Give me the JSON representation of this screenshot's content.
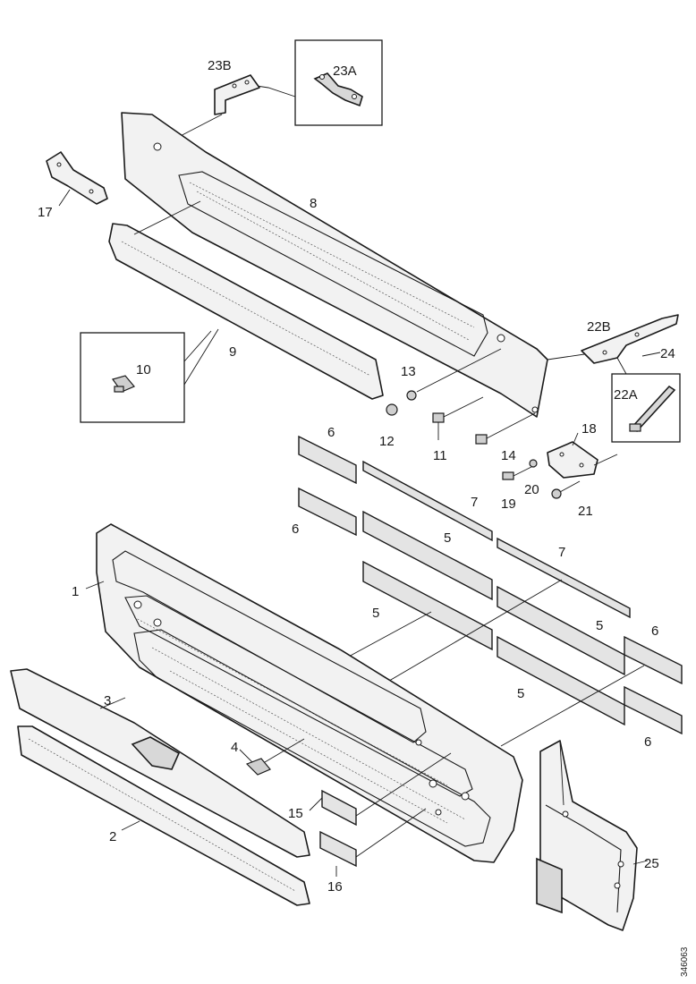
{
  "labels": {
    "p1": "1",
    "p2": "2",
    "p3": "3",
    "p4": "4",
    "p5a": "5",
    "p5b": "5",
    "p5c": "5",
    "p5d": "5",
    "p6a": "6",
    "p6b": "6",
    "p6c": "6",
    "p6d": "6",
    "p7a": "7",
    "p7b": "7",
    "p8": "8",
    "p9": "9",
    "p10": "10",
    "p11": "11",
    "p12": "12",
    "p13": "13",
    "p14": "14",
    "p15": "15",
    "p16": "16",
    "p17": "17",
    "p18": "18",
    "p19": "19",
    "p20": "20",
    "p21": "21",
    "p22a": "22A",
    "p22b": "22B",
    "p23a": "23A",
    "p23b": "23B",
    "p24": "24",
    "p25": "25"
  },
  "drawing_code": "346063"
}
